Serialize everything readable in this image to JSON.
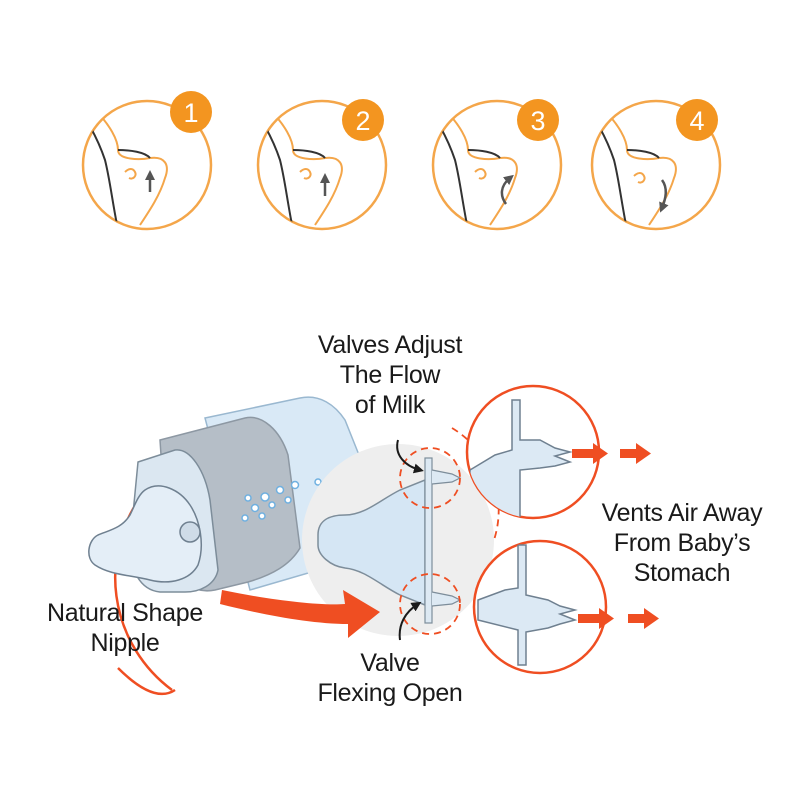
{
  "steps": [
    {
      "number": "1",
      "arrow": "up"
    },
    {
      "number": "2",
      "arrow": "up"
    },
    {
      "number": "3",
      "arrow": "curve-up"
    },
    {
      "number": "4",
      "arrow": "down"
    }
  ],
  "labels": {
    "valves_adjust": [
      "Valves Adjust",
      "The Flow",
      "of Milk"
    ],
    "vents_air": [
      "Vents Air Away",
      "From Baby’s",
      "Stomach"
    ],
    "natural_shape": [
      "Natural Shape",
      "Nipple"
    ],
    "valve_flexing": [
      "Valve",
      "Flexing Open"
    ]
  },
  "colors": {
    "accent": "#ef4e22",
    "step_badge": "#f39520",
    "outline": "#f4a64a",
    "bottle": "#cfe3f3"
  }
}
